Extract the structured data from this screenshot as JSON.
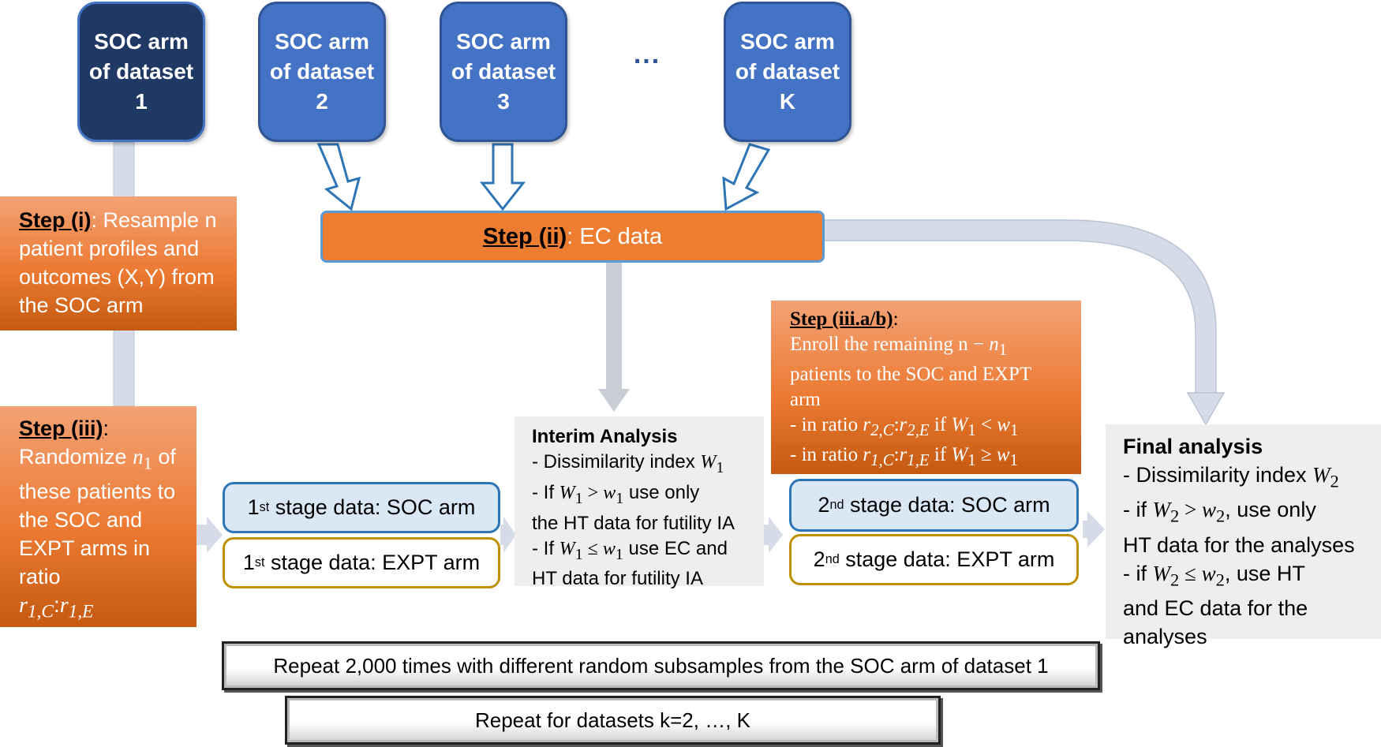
{
  "soc_boxes": [
    {
      "label": "SOC arm of dataset 1"
    },
    {
      "label": "SOC arm of dataset 2"
    },
    {
      "label": "SOC arm of dataset 3"
    },
    {
      "label": "SOC arm of dataset K"
    }
  ],
  "ellipsis": "...",
  "step_i": {
    "label": "Step (i)",
    "text": ": Resample n patient profiles and outcomes (X,Y) from the SOC arm"
  },
  "step_ii": {
    "label": "Step (ii)",
    "text": ": EC data"
  },
  "step_iii": {
    "label": "Step (iii)",
    "text": ":",
    "line1": "Randomize ",
    "var": "n",
    "sub": "1",
    "line2": " of these patients to the SOC and EXPT arms in ratio",
    "ratio_a": "r",
    "ratio_a_sub": "1,C",
    "colon": ":",
    "ratio_b": "r",
    "ratio_b_sub": "1,E"
  },
  "stage1": {
    "soc_prefix": "1",
    "soc_sup": "st",
    "soc_text": " stage data: SOC arm",
    "expt_prefix": "1",
    "expt_sup": "st",
    "expt_text": " stage data: EXPT arm"
  },
  "interim": {
    "title": "Interim Analysis",
    "l1": "- Dissimilarity index ",
    "l1v": "W",
    "l1s": "1",
    "l2a": "- If ",
    "l2v": "W",
    "l2s": "1",
    "l2op": " > ",
    "l2w": "w",
    "l2ws": "1",
    "l2b": " use only",
    "l3": "the HT data for futility IA",
    "l4a": "- If ",
    "l4v": "W",
    "l4s": "1",
    "l4op": " ≤ ",
    "l4w": "w",
    "l4ws": "1",
    "l4b": " use EC and",
    "l5": "HT data for futility IA"
  },
  "step_iiiab": {
    "label": "Step (iii.a/b)",
    "colon": ":",
    "l1": "Enroll the remaining n − ",
    "l1v": "n",
    "l1s": "1",
    "l2": "patients to the SOC and EXPT",
    "l3": "arm",
    "l4a": "- in ratio ",
    "l4r1": "r",
    "l4r1s": "2,C",
    "l4c": ":",
    "l4r2": "r",
    "l4r2s": "2,E",
    "l4b": " if ",
    "l4W": "W",
    "l4Ws": "1",
    "l4op": " < ",
    "l4w": "w",
    "l4ws": "1",
    "l5a": "- in ratio ",
    "l5r1": "r",
    "l5r1s": "1,C",
    "l5c": ":",
    "l5r2": "r",
    "l5r2s": "1,E",
    "l5b": " if ",
    "l5W": "W",
    "l5Ws": "1",
    "l5op": " ≥ ",
    "l5w": "w",
    "l5ws": "1"
  },
  "stage2": {
    "soc_prefix": "2",
    "soc_sup": "nd",
    "soc_text": " stage data: SOC arm",
    "expt_prefix": "2",
    "expt_sup": "nd",
    "expt_text": " stage data: EXPT arm"
  },
  "final": {
    "title": "Final analysis",
    "l1": "- Dissimilarity index ",
    "l1v": "W",
    "l1s": "2",
    "l2a": "- if ",
    "l2v": "W",
    "l2s": "2",
    "l2op": " > ",
    "l2w": "w",
    "l2ws": "2",
    "l2b": ", use only",
    "l3": "HT data for the analyses",
    "l4a": "- if ",
    "l4v": "W",
    "l4s": "2",
    "l4op": " ≤ ",
    "l4w": "w",
    "l4ws": "2",
    "l4b": ", use HT",
    "l5": "and EC data for the",
    "l6": "analyses"
  },
  "repeat1": "Repeat 2,000 times with different random subsamples from the SOC arm of dataset 1",
  "repeat2": "Repeat for datasets k=2, …, K",
  "colors": {
    "dark_navy": "#1f3864",
    "blue": "#4472c4",
    "orange": "#ed7d31",
    "gray_panel": "#eeeeee",
    "arrow_gray": "#d5dce7",
    "soc_stage_border": "#2e75b6",
    "expt_stage_border": "#bf9000"
  }
}
